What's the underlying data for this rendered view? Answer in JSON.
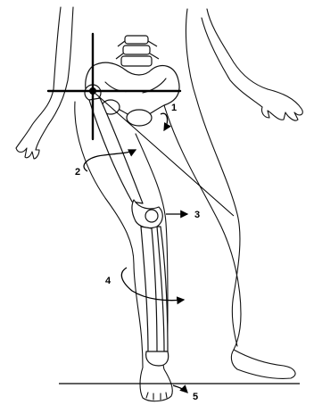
{
  "figure": {
    "background": "#ffffff",
    "ink": "#000000",
    "callouts": [
      "1",
      "2",
      "3",
      "4",
      "5"
    ]
  }
}
